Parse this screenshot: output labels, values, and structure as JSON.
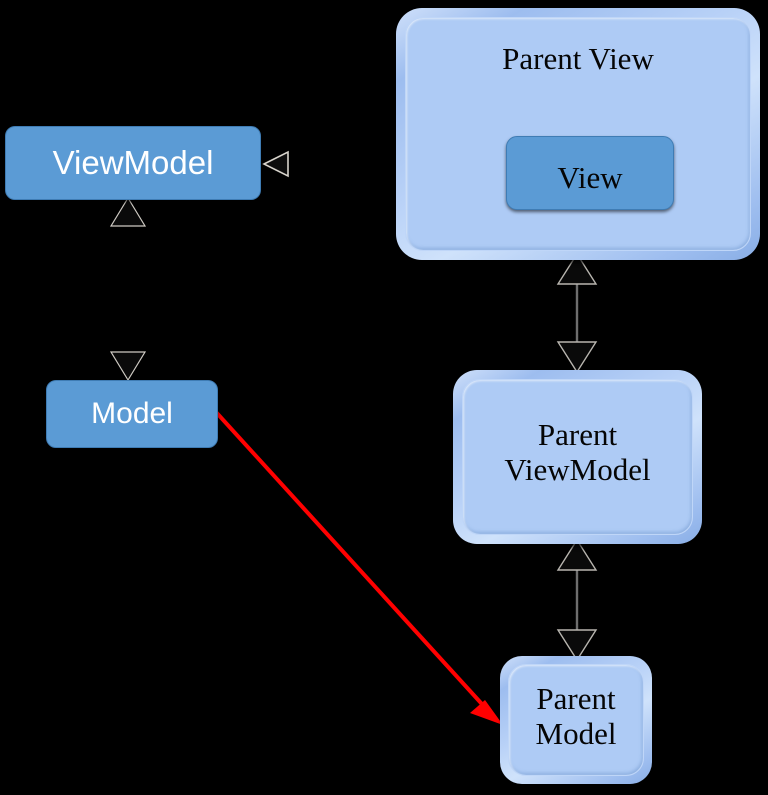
{
  "diagram": {
    "title": "MVVM parent-child relationship diagram",
    "background": "#000000",
    "palette": {
      "node_dark_fill": "#5B9BD5",
      "node_dark_border": "#3F7CB4",
      "node_light_fill": "#AECBF5",
      "node_light_bevel": "#9DBDEF",
      "label_light_text": "#FFFFFF",
      "label_dark_text": "#050505",
      "connector_black": "#000000",
      "connector_red": "#FF0000"
    },
    "nodes": [
      {
        "id": "parent-view",
        "label": "Parent View",
        "style": "light",
        "font": "serif"
      },
      {
        "id": "view",
        "label": "View",
        "style": "dark",
        "font": "sans"
      },
      {
        "id": "viewmodel",
        "label": "ViewModel",
        "style": "dark",
        "font": "sans"
      },
      {
        "id": "model",
        "label": "Model",
        "style": "dark",
        "font": "sans"
      },
      {
        "id": "parent-viewmodel",
        "label_line1": "Parent",
        "label_line2": "ViewModel",
        "style": "light",
        "font": "serif"
      },
      {
        "id": "parent-model",
        "label_line1": "Parent",
        "label_line2": "Model",
        "style": "light",
        "font": "serif"
      }
    ],
    "connectors": [
      {
        "id": "view-to-viewmodel",
        "from": "View",
        "to": "ViewModel",
        "color": "#000000",
        "heads": "both",
        "head_from": "solid",
        "head_to": "hollow",
        "orientation": "horizontal"
      },
      {
        "id": "viewmodel-to-model",
        "from": "ViewModel",
        "to": "Model",
        "color": "#000000",
        "heads": "both",
        "head_from": "solid",
        "head_to": "solid",
        "orientation": "vertical"
      },
      {
        "id": "parentview-to-parentviewmodel",
        "from": "Parent View",
        "to": "Parent ViewModel",
        "color": "#000000",
        "heads": "both",
        "head_from": "solid",
        "head_to": "solid",
        "orientation": "vertical"
      },
      {
        "id": "parentviewmodel-to-parentmodel",
        "from": "Parent ViewModel",
        "to": "Parent Model",
        "color": "#000000",
        "heads": "both",
        "head_from": "solid",
        "head_to": "solid",
        "orientation": "vertical"
      },
      {
        "id": "model-to-parentmodel",
        "from": "Model",
        "to": "Parent Model",
        "color": "#FF0000",
        "heads": "end",
        "head_to": "solid",
        "orientation": "diagonal"
      }
    ]
  }
}
